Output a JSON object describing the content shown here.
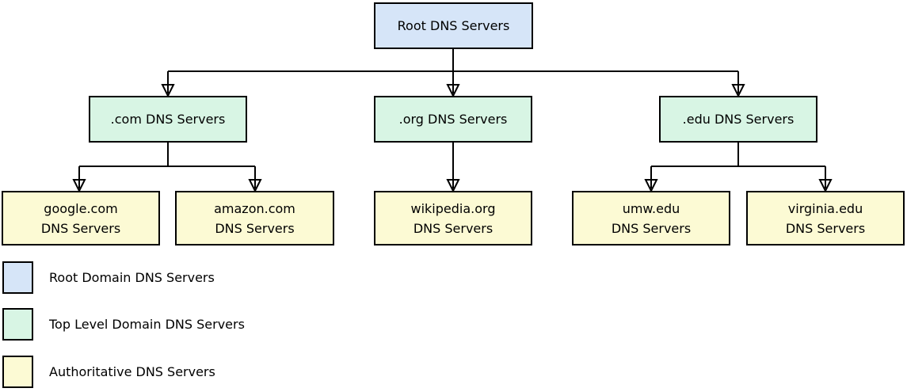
{
  "colors": {
    "root_fill": "#d6e5f8",
    "tld_fill": "#d8f5e4",
    "auth_fill": "#fcfad4",
    "line": "#000000",
    "background": "#ffffff"
  },
  "diagram": {
    "root": {
      "label": "Root DNS Servers"
    },
    "tld": [
      {
        "label": ".com DNS Servers"
      },
      {
        "label": ".org DNS Servers"
      },
      {
        "label": ".edu DNS Servers"
      }
    ],
    "authoritative": [
      {
        "line1": "google.com",
        "line2": "DNS Servers"
      },
      {
        "line1": "amazon.com",
        "line2": "DNS Servers"
      },
      {
        "line1": "wikipedia.org",
        "line2": "DNS Servers"
      },
      {
        "line1": "umw.edu",
        "line2": "DNS Servers"
      },
      {
        "line1": "virginia.edu",
        "line2": "DNS Servers"
      }
    ]
  },
  "legend": {
    "items": [
      {
        "label": "Root Domain DNS Servers",
        "color": "#d6e5f8"
      },
      {
        "label": "Top Level Domain DNS Servers",
        "color": "#d8f5e4"
      },
      {
        "label": "Authoritative DNS Servers",
        "color": "#fcfad4"
      }
    ]
  }
}
